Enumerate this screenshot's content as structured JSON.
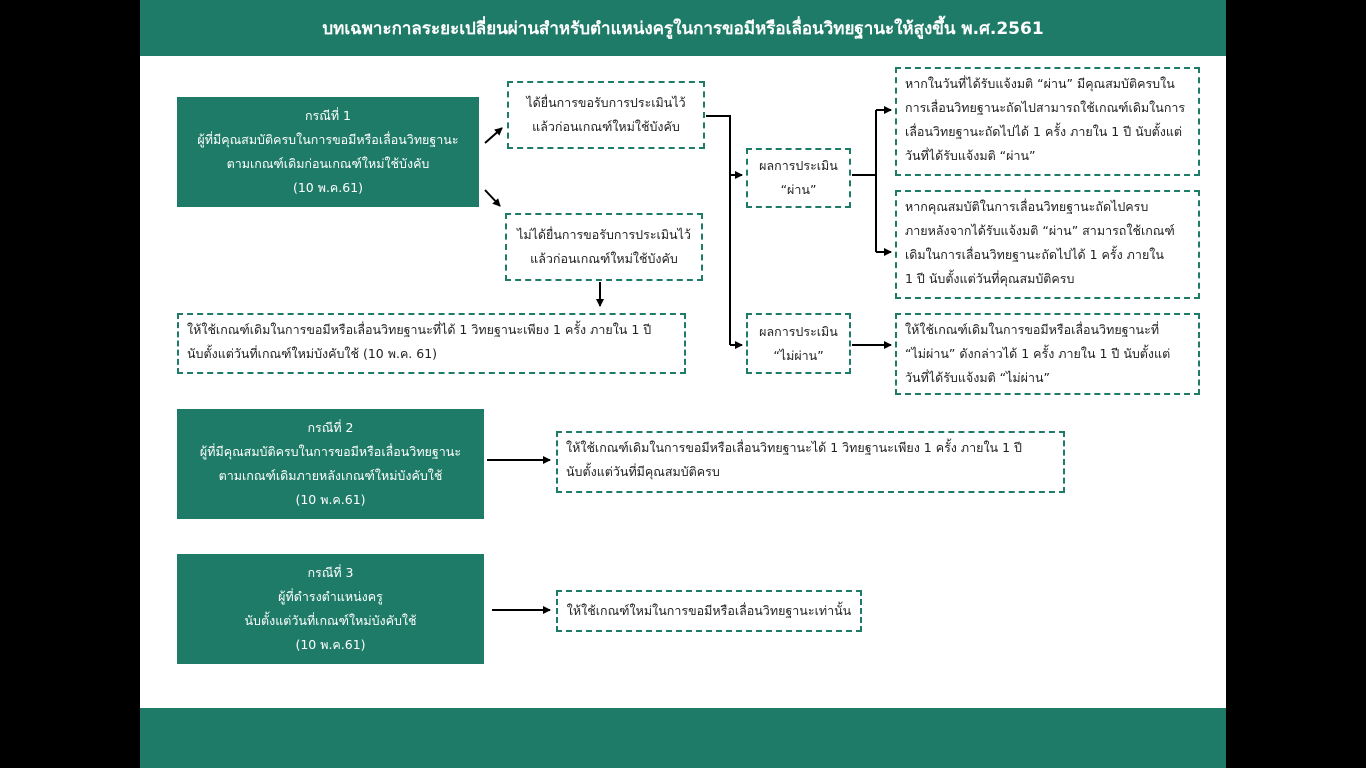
{
  "title": "บทเฉพาะกาลระยะเปลี่ยนผ่านสำหรับตำแหน่งครูในการขอมีหรือเลื่อนวิทยฐานะให้สูงขึ้น พ.ศ.2561",
  "colors": {
    "accent": "#1e7b67",
    "background": "#000000",
    "panel": "#ffffff"
  },
  "case1": {
    "lines": [
      "กรณีที่ 1",
      "ผู้ที่มีคุณสมบัติครบในการขอมีหรือเลื่อนวิทยฐานะ",
      "ตามเกณฑ์เดิมก่อนเกณฑ์ใหม่ใช้บังคับ",
      "(10 พ.ค.61)"
    ]
  },
  "submitted": {
    "lines": [
      "ได้ยื่นการขอรับการประเมินไว้",
      "แล้วก่อนเกณฑ์ใหม่ใช้บังคับ"
    ]
  },
  "not_submitted": {
    "lines": [
      "ไม่ได้ยื่นการขอรับการประเมินไว้",
      "แล้วก่อนเกณฑ์ใหม่ใช้บังคับ"
    ]
  },
  "result_pass": {
    "lines": [
      "ผลการประเมิน",
      "“ผ่าน”"
    ]
  },
  "result_fail": {
    "lines": [
      "ผลการประเมิน",
      "“ไม่ผ่าน”"
    ]
  },
  "pass_outcome_1": {
    "lines": [
      "หากในวันที่ได้รับแจ้งมติ “ผ่าน” มีคุณสมบัติครบใน",
      "การเลื่อนวิทยฐานะถัดไปสามารถใช้เกณฑ์เดิมในการ",
      "เลื่อนวิทยฐานะถัดไปได้ 1 ครั้ง ภายใน 1 ปี นับตั้งแต่",
      "วันที่ได้รับแจ้งมติ “ผ่าน”"
    ]
  },
  "pass_outcome_2": {
    "lines": [
      "หากคุณสมบัติในการเลื่อนวิทยฐานะถัดไปครบ",
      "ภายหลังจากได้รับแจ้งมติ “ผ่าน” สามารถใช้เกณฑ์",
      "เดิมในการเลื่อนวิทยฐานะถัดไปได้ 1 ครั้ง ภายใน",
      "1 ปี นับตั้งแต่วันที่คุณสมบัติครบ"
    ]
  },
  "fail_outcome": {
    "lines": [
      "ให้ใช้เกณฑ์เดิมในการขอมีหรือเลื่อนวิทยฐานะที่",
      "“ไม่ผ่าน” ดังกล่าวได้ 1 ครั้ง ภายใน 1 ปี นับตั้งแต่",
      "วันที่ได้รับแจ้งมติ “ไม่ผ่าน”"
    ]
  },
  "not_submitted_outcome": {
    "lines": [
      "ให้ใช้เกณฑ์เดิมในการขอมีหรือเลื่อนวิทยฐานะที่ได้ 1 วิทยฐานะเพียง 1 ครั้ง ภายใน 1 ปี",
      "นับตั้งแต่วันที่เกณฑ์ใหม่บังคับใช้ (10 พ.ค. 61)"
    ]
  },
  "case2": {
    "lines": [
      "กรณีที่ 2",
      "ผู้ที่มีคุณสมบัติครบในการขอมีหรือเลื่อนวิทยฐานะ",
      "ตามเกณฑ์เดิมภายหลังเกณฑ์ใหม่บังคับใช้",
      "(10 พ.ค.61)"
    ]
  },
  "case2_outcome": {
    "lines": [
      "ให้ใช้เกณฑ์เดิมในการขอมีหรือเลื่อนวิทยฐานะได้ 1 วิทยฐานะเพียง 1 ครั้ง ภายใน 1 ปี",
      "นับตั้งแต่วันที่มีคุณสมบัติครบ"
    ]
  },
  "case3": {
    "lines": [
      "กรณีที่ 3",
      "ผู้ที่ดำรงตำแหน่งครู",
      "นับตั้งแต่วันที่เกณฑ์ใหม่บังคับใช้",
      "(10 พ.ค.61)"
    ]
  },
  "case3_outcome": {
    "lines": [
      "ให้ใช้เกณฑ์ใหม่ในการขอมีหรือเลื่อนวิทยฐานะเท่านั้น"
    ]
  }
}
